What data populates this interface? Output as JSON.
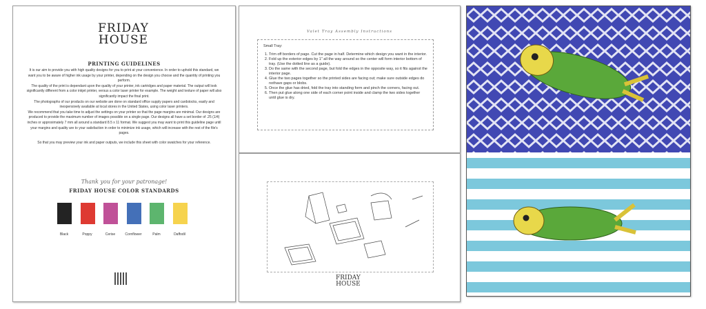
{
  "page1": {
    "logo": {
      "line1": "FRIDAY",
      "line2": "HOUSE"
    },
    "heading": "PRINTING GUIDELINES",
    "paragraphs": [
      "It is our aim to provide you with high quality designs for you to print at your convenience. In order to uphold this standard, we want you to be aware of higher ink usage by your printer, depending on the design you choose and the quantity of printing you perform.",
      "The quality of the print is dependant upon the quality of your printer, ink cartridges and paper material. The output will look significantly different from a color inkjet printer, versus a color laser printer for example. The weight and texture of paper will also significantly impact the final print.",
      "The photographs of our products on our website are done on standard office supply papers and cardstocks, easily and inexpensively available at local stores in the United States, using color laser printers.",
      "We recommend that you take time to adjust the settings on your printer so that the page margins are minimal. Our designs are produced to provide the maximum number of images possible on a single page. Our designs all have a set border of .25 (1/4) inches or approximately 7 mm all around a standard 8.5 x 11 format. We suggest you may want to print this guideline page until your margins and quality are to your satisfaction in order to minimize ink usage, which will increase with the rest of the file's pages.",
      "So that you may preview your ink and paper outputs, we include this sheet with color swatches for your reference."
    ],
    "thanks": "Thank you for your patronage!",
    "standards_heading": "FRIDAY HOUSE COLOR STANDARDS",
    "swatches": [
      {
        "label": "Black",
        "color": "#232323"
      },
      {
        "label": "Poppy",
        "color": "#de3a32"
      },
      {
        "label": "Cerise",
        "color": "#c05198"
      },
      {
        "label": "Cornflower",
        "color": "#4470b8"
      },
      {
        "label": "Palm",
        "color": "#5db56e"
      },
      {
        "label": "Daffodil",
        "color": "#f6d34e"
      }
    ]
  },
  "page2": {
    "title": "Valet Tray Assembly Instructions",
    "subtitle": "Small Tray:",
    "steps": [
      "Trim off borders of page. Cut the page in half. Determine which design you want in the interior.",
      "Fold up the exterior edges by 1\" all the way around so the center will form interior bottom of tray. (Use the dotted line as a guide).",
      "Do the same with the second page, but fold the edges in the opposite way, so it fits against the interior page.",
      "Glue the two pages together so the printed sides are facing out; make sure outside edges do nothave gaps or blobs.",
      "Once the glue has dried, fold the tray into standing form and pinch the corners, facing out.",
      "Then put glue along one side of each corner point inside and clamp the two sides together until glue is dry."
    ],
    "logo": {
      "line1": "FRIDAY",
      "line2": "HOUSE"
    }
  },
  "page3": {
    "top_color": "#4148b3",
    "stripe_color": "#7cc8dc",
    "parrot_color": "#5aa83a"
  }
}
